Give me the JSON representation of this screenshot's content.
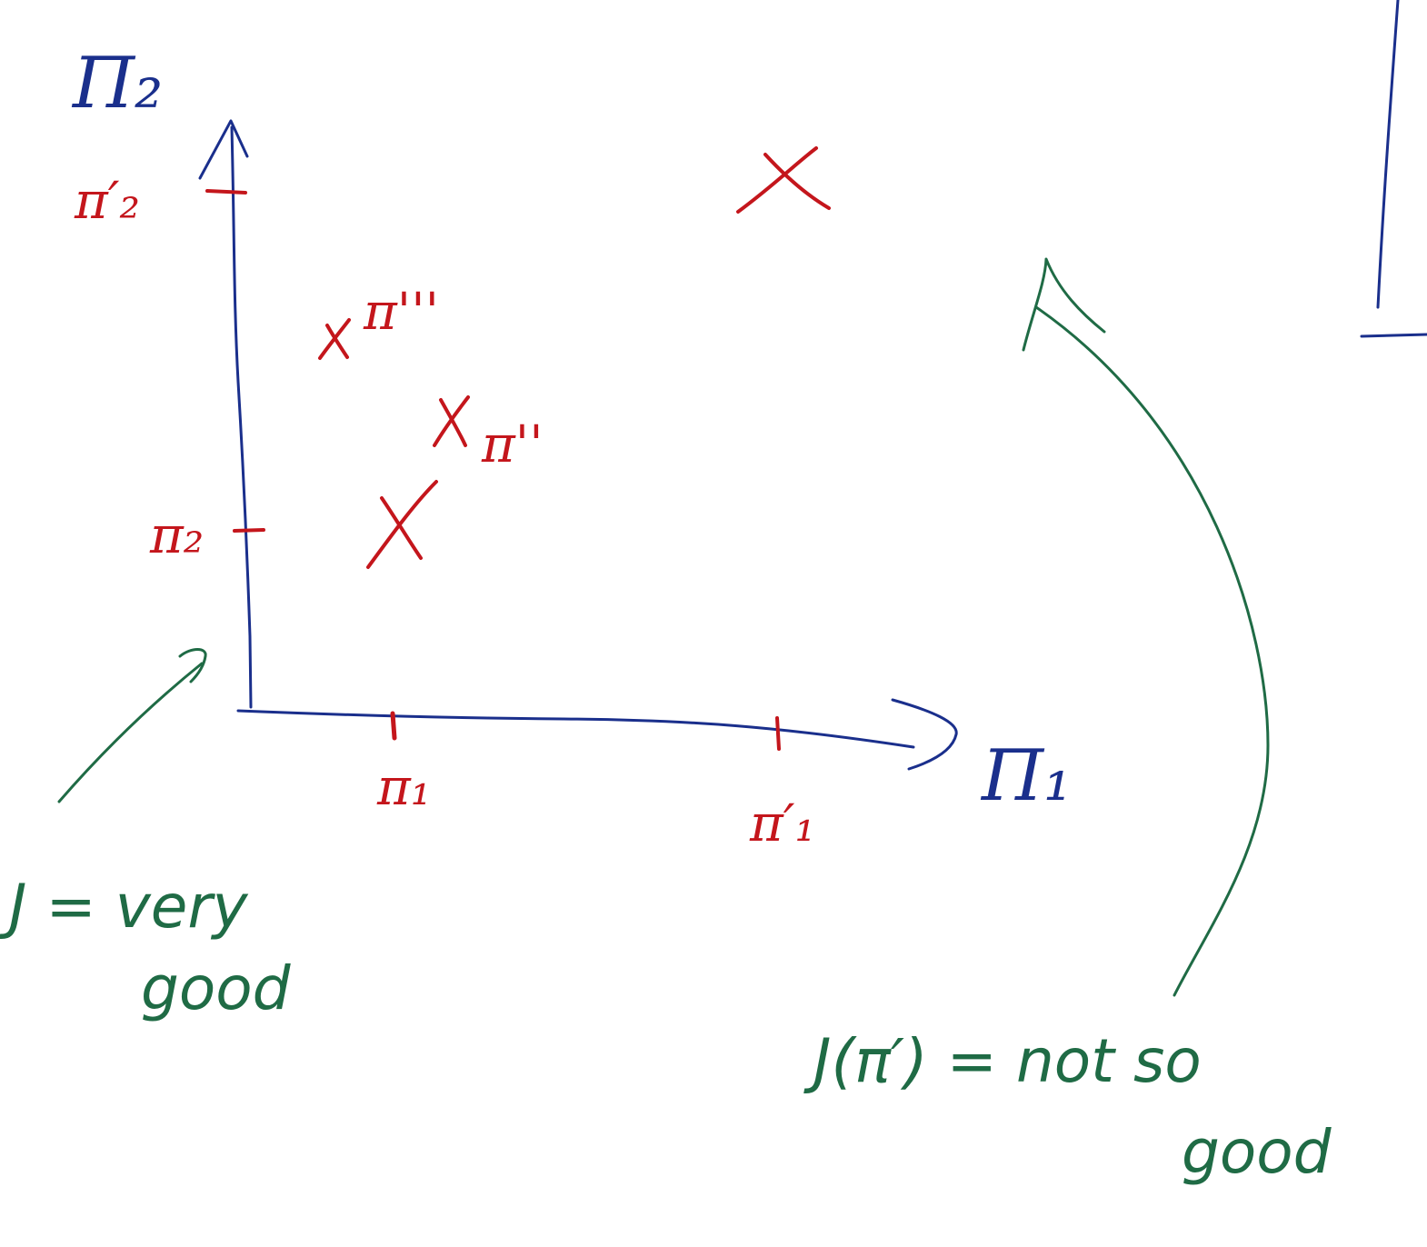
{
  "axes": {
    "y_axis_label": "Π₂",
    "x_axis_label": "Π₁"
  },
  "ticks": {
    "x": [
      "π₁",
      "π′₁"
    ],
    "y": [
      "π₂",
      "π′₂"
    ]
  },
  "points": {
    "pi_double_prime": "π''",
    "pi_triple_prime": "π'''"
  },
  "annotations": {
    "origin_note_line1": "J = very",
    "origin_note_line2": "good",
    "far_note_line1": "J(π′) = not so",
    "far_note_line2": "good"
  },
  "colors": {
    "axes": "#1a2f8c",
    "points": "#c4161c",
    "notes": "#1f6b45"
  }
}
